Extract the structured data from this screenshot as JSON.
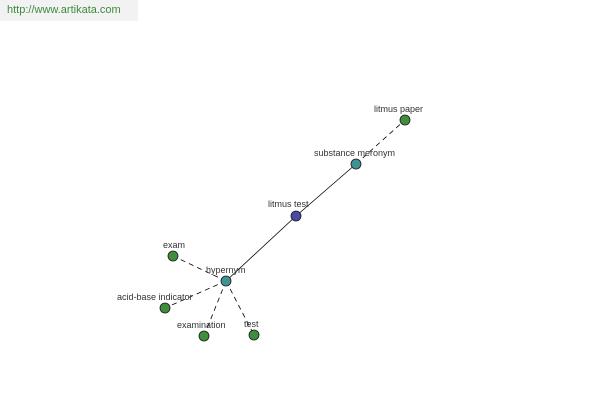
{
  "watermark": {
    "url": "http://www.artikata.com"
  },
  "colors": {
    "center_node": "#4a4aa6",
    "relation_node": "#3f9393",
    "leaf_node": "#3e8e3e",
    "node_border": "#1a1a1a",
    "edge": "#000000"
  },
  "graph": {
    "center": {
      "id": "litmus-test",
      "label": "litmus test",
      "kind": "center"
    },
    "relations": [
      {
        "id": "substance-meronym",
        "label": "substance meronym",
        "kind": "relation"
      },
      {
        "id": "hypernym",
        "label": "hypernym",
        "kind": "relation"
      }
    ],
    "leaves": [
      {
        "id": "litmus-paper",
        "label": "litmus paper",
        "relation": "substance-meronym"
      },
      {
        "id": "exam",
        "label": "exam",
        "relation": "hypernym"
      },
      {
        "id": "acid-base-indicator",
        "label": "acid-base indicator",
        "relation": "hypernym"
      },
      {
        "id": "examination",
        "label": "examination",
        "relation": "hypernym"
      },
      {
        "id": "test",
        "label": "test",
        "relation": "hypernym"
      }
    ]
  }
}
